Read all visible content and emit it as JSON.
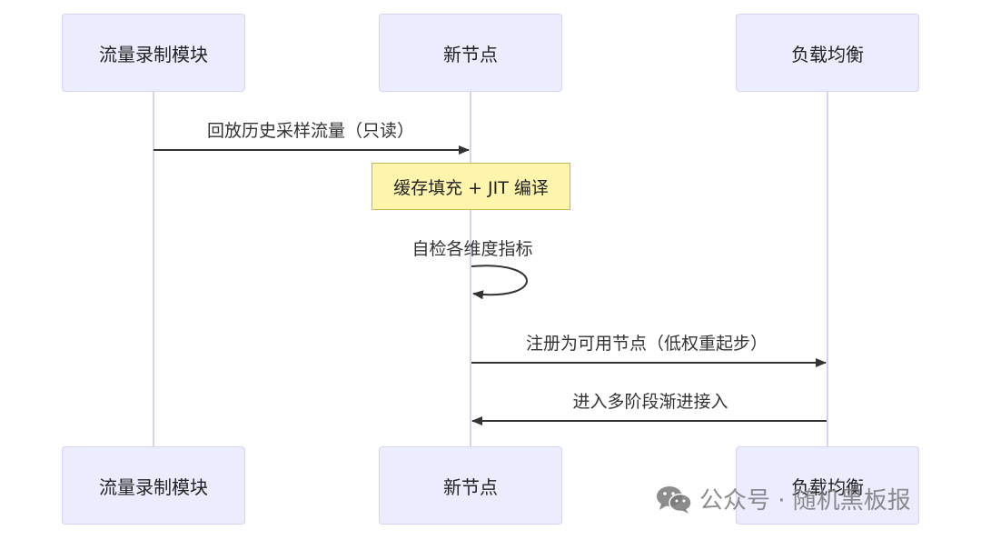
{
  "actors": {
    "recorder": "流量录制模块",
    "new_node": "新节点",
    "lb": "负载均衡"
  },
  "messages": {
    "replay": "回放历史采样流量（只读）",
    "self_check": "自检各维度指标",
    "register": "注册为可用节点（低权重起步）",
    "ramp_up": "进入多阶段渐进接入"
  },
  "note": {
    "text": "缓存填充 + JIT 编译"
  },
  "watermark": {
    "icon": "wechat-icon",
    "text": "公众号 · 随机黑板报"
  },
  "colors": {
    "actor_fill": "#ececff",
    "actor_border": "#d6d3f3",
    "note_fill": "#fff5ad",
    "arrow": "#333333"
  }
}
